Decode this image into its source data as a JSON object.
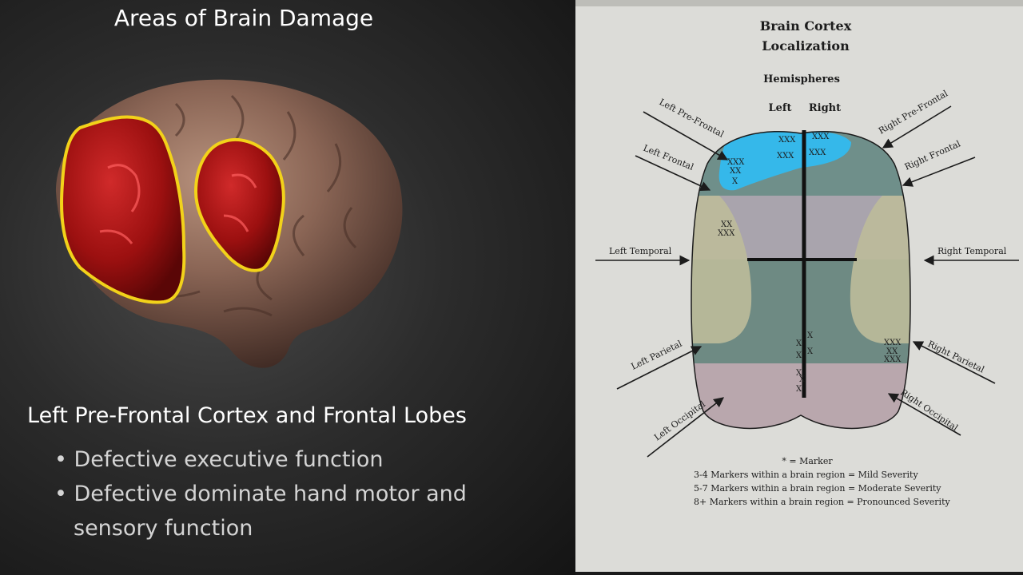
{
  "slide": {
    "title": "Areas of Brain Damage",
    "subheading": "Left Pre-Frontal Cortex and Frontal Lobes",
    "bullets": [
      "• Defective executive function",
      "• Defective dominate hand motor and",
      "sensory function"
    ]
  },
  "diagram": {
    "title_line1": "Brain Cortex",
    "title_line2": "Localization",
    "hemispheres_label": "Hemispheres",
    "left_label": "Left",
    "right_label": "Right",
    "region_labels": {
      "left_pre_frontal": "Left Pre-Frontal",
      "left_frontal": "Left Frontal",
      "left_temporal": "Left Temporal",
      "left_parietal": "Left Parietal",
      "left_occipital": "Left Occipital",
      "right_pre_frontal": "Right Pre-Frontal",
      "right_frontal": "Right Frontal",
      "right_temporal": "Right Temporal",
      "right_parietal": "Right Parietal",
      "right_occipital": "Right Occipital"
    },
    "marks": {
      "xxx": "XXX",
      "xx": "XX",
      "x": "X"
    },
    "legend": {
      "marker": "* = Marker",
      "mild": "3-4  Markers within a brain region = Mild Severity",
      "moderate": "5-7  Markers within a brain region = Moderate Severity",
      "pronounced": "8+   Markers within a brain region = Pronounced Severity"
    },
    "colors": {
      "prefrontal_highlight": "#35b8ea",
      "frontal_band": "#6f8f8a",
      "temporal_band": "#a9a4ad",
      "parietal_band": "#6e8a83",
      "occipital_band": "#b9a7ad",
      "temporal_lobe": "#bdbb9a"
    }
  }
}
